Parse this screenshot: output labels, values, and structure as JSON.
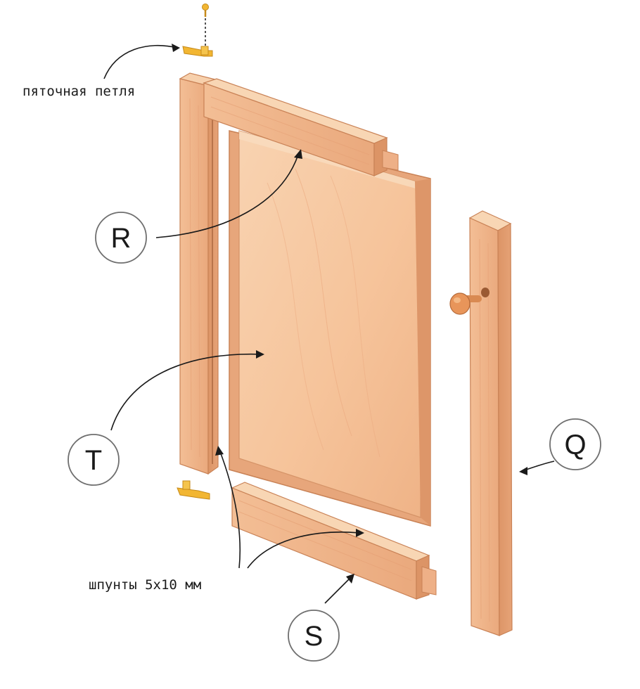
{
  "labels": {
    "heel_hinge": "пяточная петля",
    "grooves": "шпунты 5x10 мм"
  },
  "callouts": {
    "R": "R",
    "T": "T",
    "Q": "Q",
    "S": "S"
  },
  "colors": {
    "wood_light": "#f6c9a2",
    "wood_mid": "#eeb087",
    "wood_dark": "#d98d62",
    "panel": "#f7cba6",
    "hinge": "#f2b632",
    "knob": "#e8955a",
    "ink": "#1a1a1a"
  }
}
